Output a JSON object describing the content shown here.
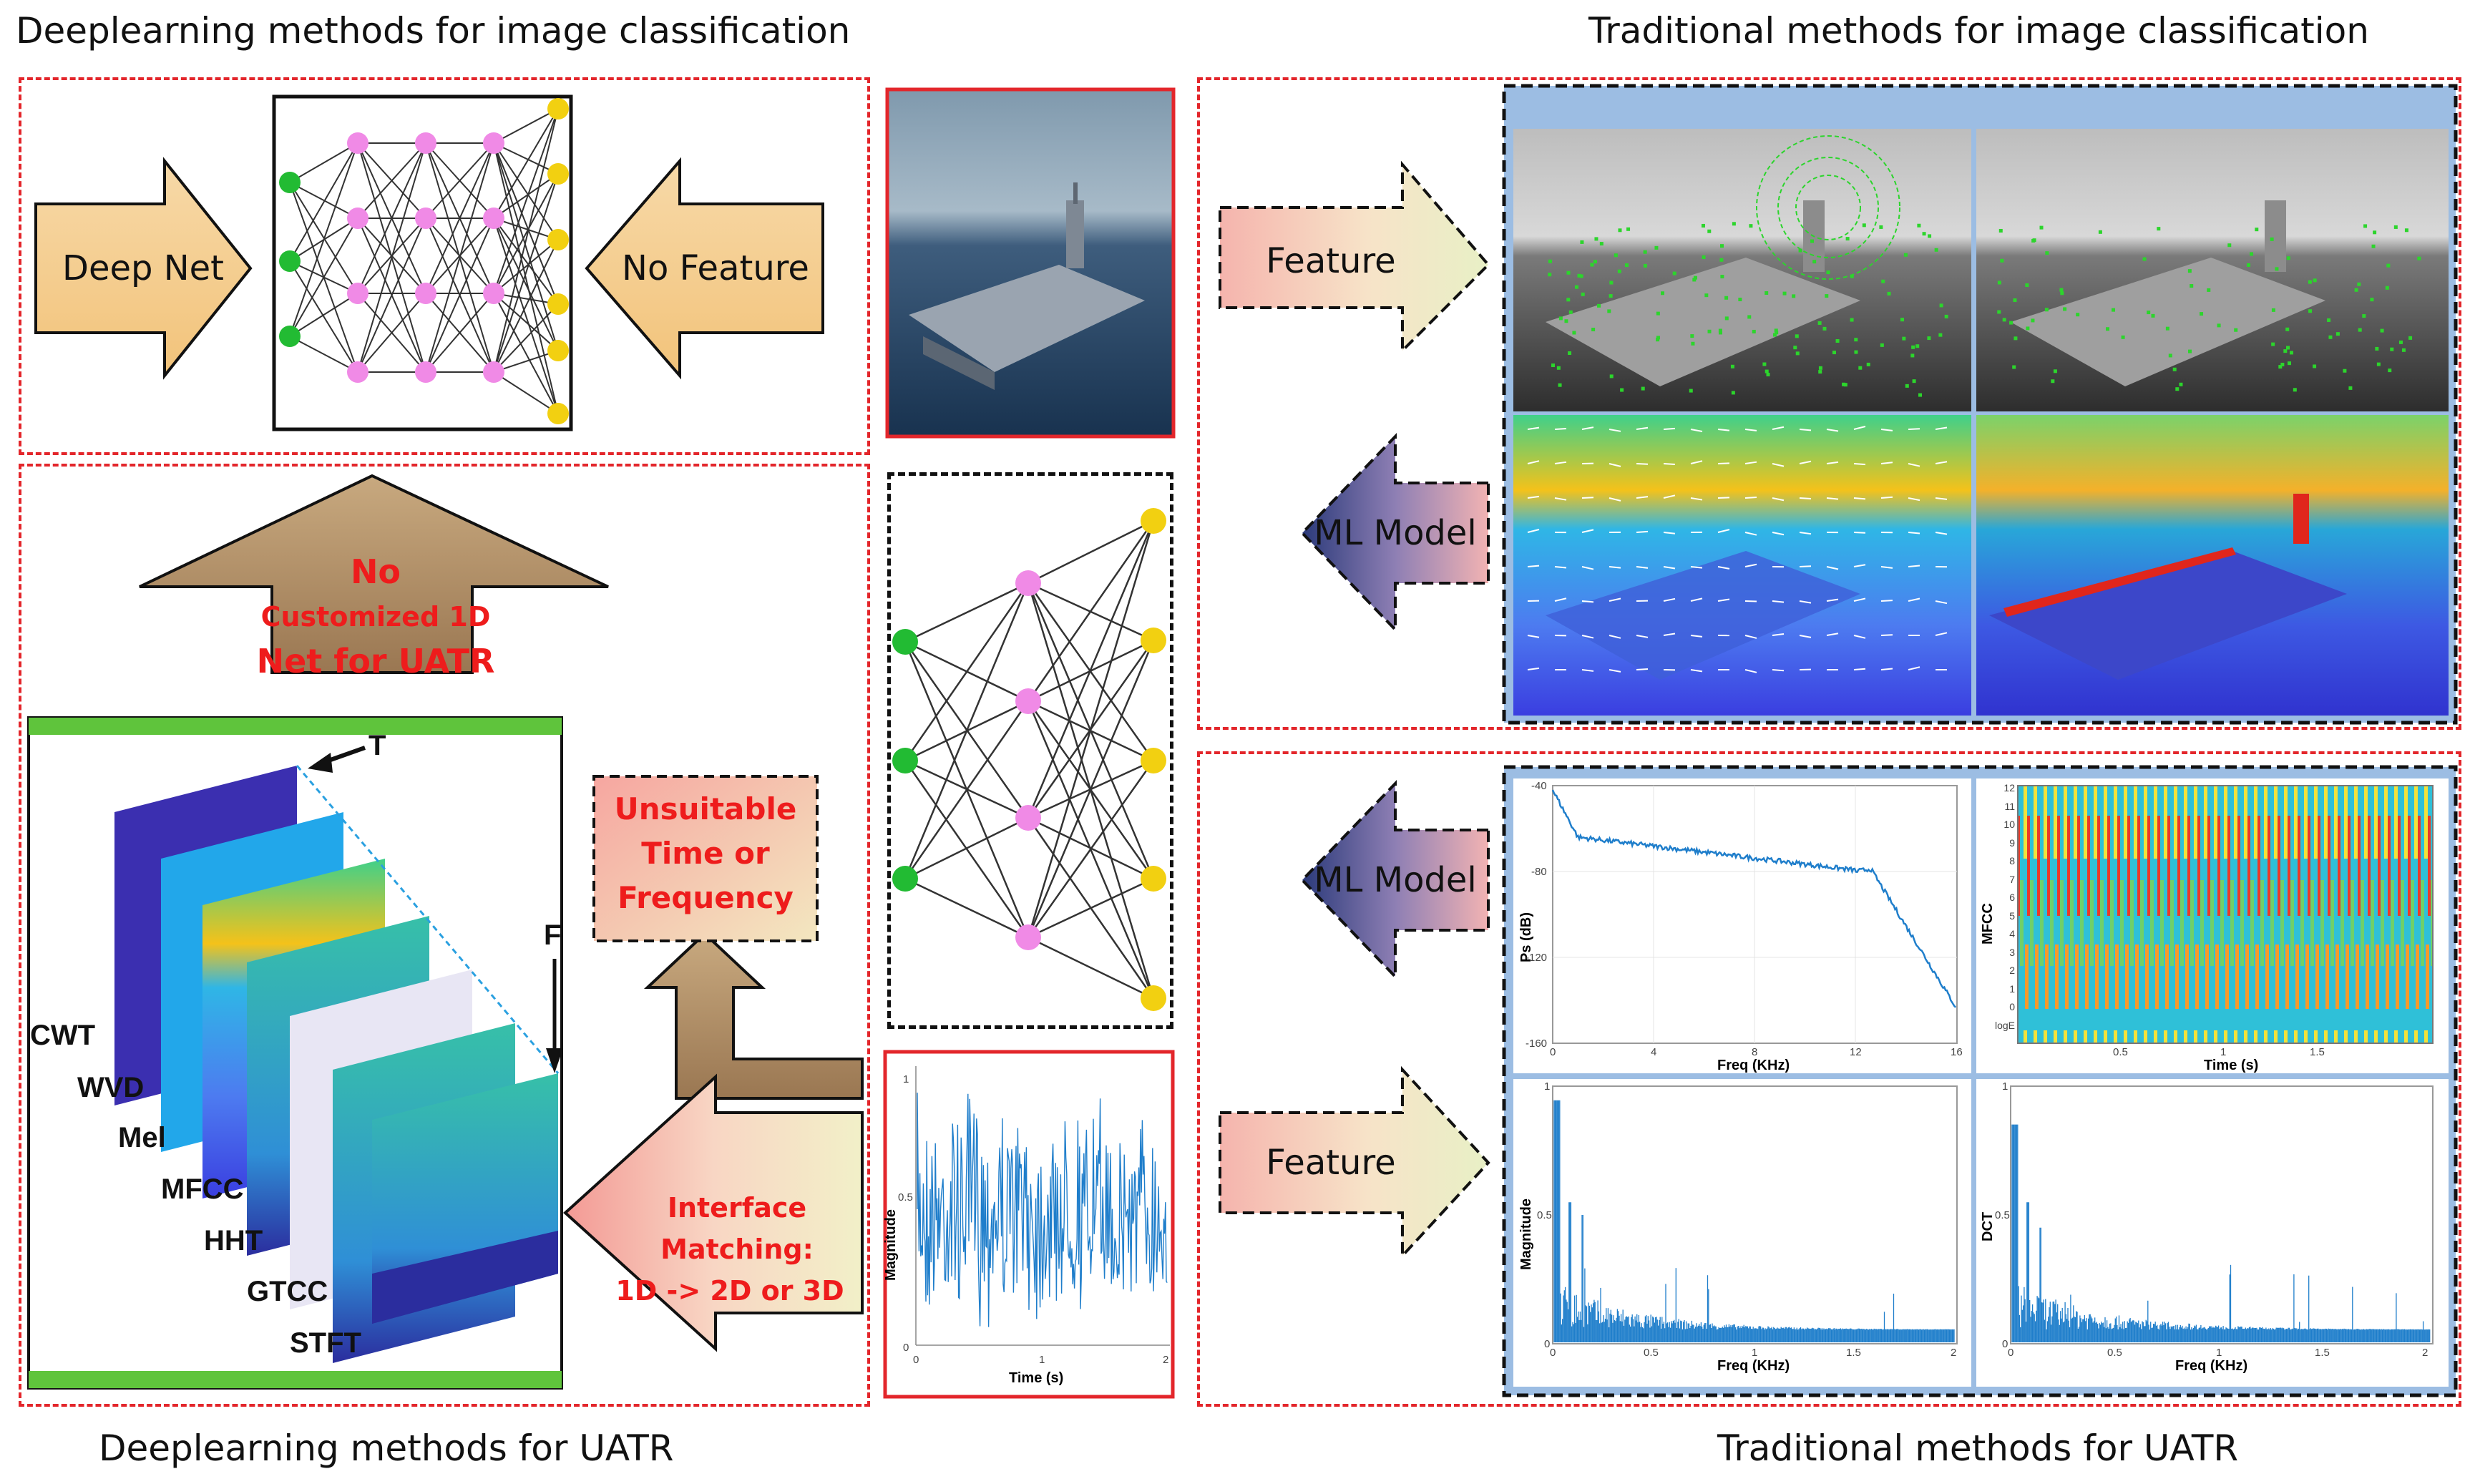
{
  "titles": {
    "top_left": "Deeplearning methods for image classification",
    "top_right": "Traditional methods for image classification",
    "bottom_left": "Deeplearning methods for UATR",
    "bottom_right": "Traditional methods for UATR"
  },
  "arrows": {
    "deep_net": "Deep Net",
    "no_feature": "No Feature",
    "feature_top": "Feature",
    "ml_model_top": "ML Model",
    "ml_model_bottom": "ML Model",
    "feature_bottom": "Feature",
    "no_customized_1": "No",
    "no_customized_2": "Customized 1D",
    "no_customized_3": "Net for UATR",
    "interface_1": "Interface",
    "interface_2": "Matching:",
    "interface_3": "1D -> 2D or 3D"
  },
  "unsuitable": [
    "Unsuitable",
    "Time or",
    "Frequency"
  ],
  "stack": {
    "axis_t": "T",
    "axis_f": "F",
    "labels": [
      "CWT",
      "WVD",
      "Mel",
      "MFCC",
      "HHT",
      "GTCC",
      "STFT"
    ]
  },
  "waveform_plot": {
    "ylabel": "Magnitude",
    "xlabel": "Time (s)",
    "yticks": [
      "1",
      "0.5",
      "0"
    ],
    "xticks": [
      "0",
      "1",
      "2"
    ]
  },
  "ps_plot": {
    "ylabel": "Ps (dB)",
    "xlabel": "Freq (KHz)",
    "yticks": [
      "-40",
      "-80",
      "-120",
      "-160"
    ],
    "xticks": [
      "0",
      "4",
      "8",
      "12",
      "16"
    ]
  },
  "mfcc_plot": {
    "ylabel": "MFCC",
    "xlabel": "Time (s)",
    "yticks": [
      "12",
      "11",
      "10",
      "9",
      "8",
      "7",
      "6",
      "5",
      "4",
      "3",
      "2",
      "1",
      "0",
      "logE"
    ],
    "xticks": [
      "0.5",
      "1",
      "1.5"
    ]
  },
  "mag_plot": {
    "ylabel": "Magnitude",
    "xlabel": "Freq (KHz)",
    "yticks": [
      "1",
      "0.5",
      "0"
    ],
    "xticks": [
      "0",
      "0.5",
      "1",
      "1.5",
      "2"
    ]
  },
  "dct_plot": {
    "ylabel": "DCT",
    "xlabel": "Freq (KHz)",
    "yticks": [
      "1",
      "0.5",
      "0"
    ],
    "xticks": [
      "0",
      "0.5",
      "1",
      "1.5",
      "2"
    ]
  },
  "colors": {
    "red_dash": "#e3262b",
    "input_node": "#22bb33",
    "hidden_node": "#f08ae6",
    "output_node": "#f2d011",
    "signal_blue": "#1f7ecb",
    "frame_blue": "#9cbde3"
  }
}
